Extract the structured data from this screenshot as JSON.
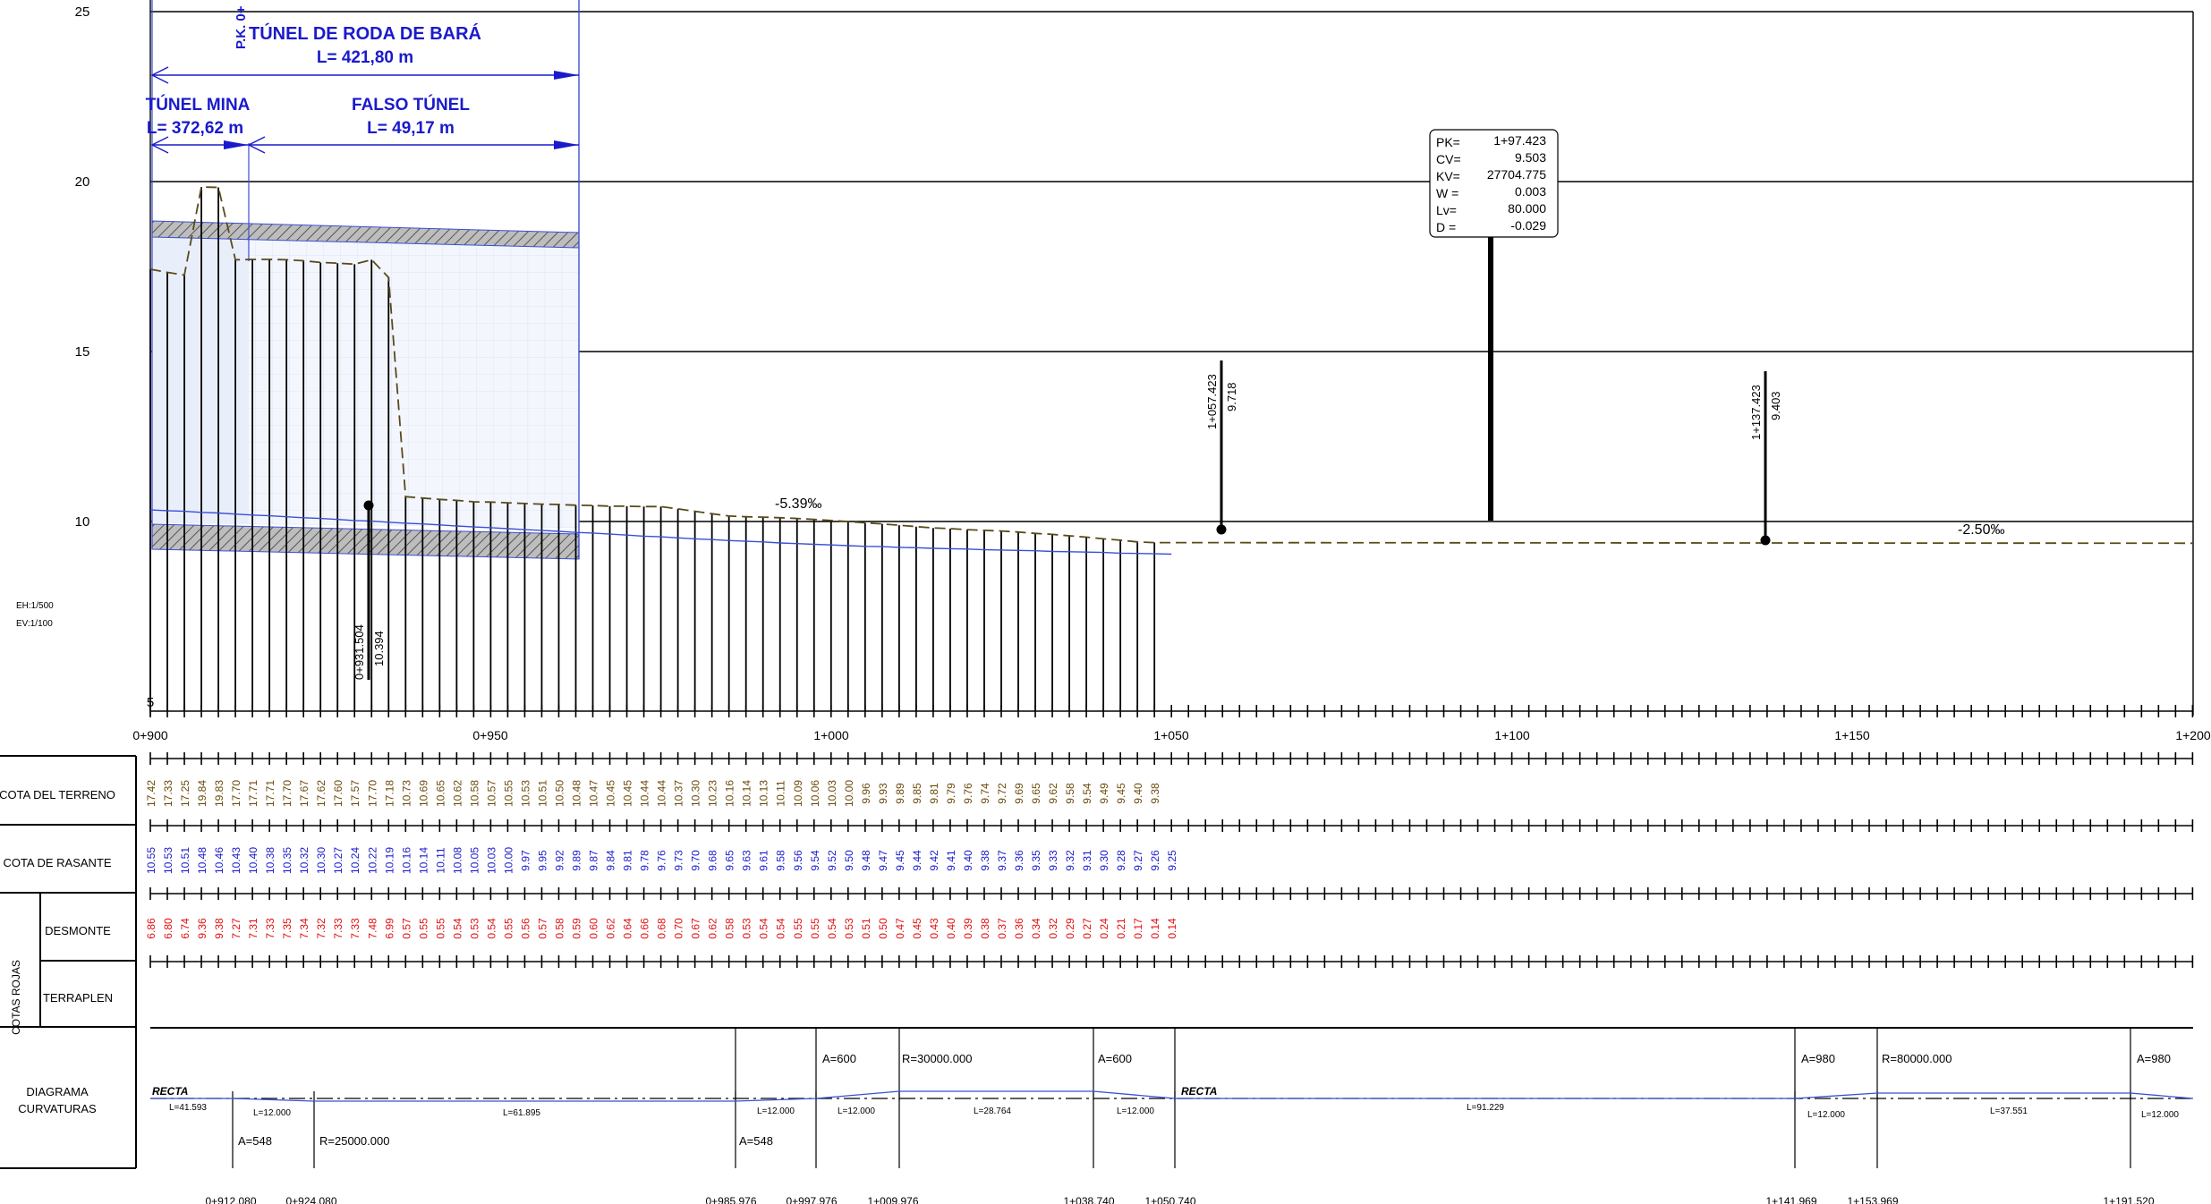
{
  "drawing": {
    "y_axis_ticks": [
      "25",
      "20",
      "15",
      "10",
      "5"
    ],
    "scale_h": "EH:1/500",
    "scale_v": "EV:1/100",
    "x_axis_ticks": [
      "0+900",
      "0+950",
      "1+000",
      "1+050",
      "1+100",
      "1+150",
      "1+200"
    ],
    "slope_1": "-5.39‰",
    "slope_2": "-2.50‰"
  },
  "tunnel": {
    "pk_label": "P.K. 0+",
    "total_title": "TÚNEL DE RODA DE BARÁ",
    "total_length": "L= 421,80 m",
    "mine_title": "TÚNEL MINA",
    "mine_length": "L= 372,62 m",
    "false_title": "FALSO TÚNEL",
    "false_length": "L= 49,17 m"
  },
  "vertical_curve": {
    "rows": [
      {
        "k": "PK=",
        "v": "1+97.423"
      },
      {
        "k": "CV=",
        "v": "9.503"
      },
      {
        "k": "KV=",
        "v": "27704.775"
      },
      {
        "k": "W =",
        "v": "0.003"
      },
      {
        "k": "Lv=",
        "v": "80.000"
      },
      {
        "k": "D =",
        "v": "-0.029"
      }
    ]
  },
  "markers": [
    {
      "pk": "0+931.504",
      "elev": "10.394"
    },
    {
      "pk": "1+057.423",
      "elev": "9.718"
    },
    {
      "pk": "1+137.423",
      "elev": "9.403"
    }
  ],
  "guitar": {
    "row_labels": {
      "terreno": "COTA DEL TERRENO",
      "rasante": "COTA DE RASANTE",
      "cotas_rojas": "COTAS ROJAS",
      "desmonte": "DESMONTE",
      "terraplen": "TERRAPLEN",
      "diagrama_1": "DIAGRAMA",
      "diagrama_2": "CURVATURAS"
    },
    "terreno": [
      "17.42",
      "17.33",
      "17.25",
      "19.84",
      "19.83",
      "17.70",
      "17.71",
      "17.71",
      "17.70",
      "17.67",
      "17.62",
      "17.60",
      "17.57",
      "17.70",
      "17.18",
      "10.73",
      "10.69",
      "10.65",
      "10.62",
      "10.58",
      "10.57",
      "10.55",
      "10.53",
      "10.51",
      "10.50",
      "10.48",
      "10.47",
      "10.45",
      "10.45",
      "10.44",
      "10.44",
      "10.37",
      "10.30",
      "10.23",
      "10.16",
      "10.14",
      "10.13",
      "10.11",
      "10.09",
      "10.06",
      "10.03",
      "10.00",
      "9.96",
      "9.93",
      "9.89",
      "9.85",
      "9.81",
      "9.79",
      "9.76",
      "9.74",
      "9.72",
      "9.69",
      "9.65",
      "9.62",
      "9.58",
      "9.54",
      "9.49",
      "9.45",
      "9.40",
      "9.38"
    ],
    "rasante": [
      "10.55",
      "10.53",
      "10.51",
      "10.48",
      "10.46",
      "10.43",
      "10.40",
      "10.38",
      "10.35",
      "10.32",
      "10.30",
      "10.27",
      "10.24",
      "10.22",
      "10.19",
      "10.16",
      "10.14",
      "10.11",
      "10.08",
      "10.05",
      "10.03",
      "10.00",
      "9.97",
      "9.95",
      "9.92",
      "9.89",
      "9.87",
      "9.84",
      "9.81",
      "9.78",
      "9.76",
      "9.73",
      "9.70",
      "9.68",
      "9.65",
      "9.63",
      "9.61",
      "9.58",
      "9.56",
      "9.54",
      "9.52",
      "9.50",
      "9.48",
      "9.47",
      "9.45",
      "9.44",
      "9.42",
      "9.41",
      "9.40",
      "9.38",
      "9.37",
      "9.36",
      "9.35",
      "9.33",
      "9.32",
      "9.31",
      "9.30",
      "9.28",
      "9.27",
      "9.26",
      "9.25"
    ],
    "desmonte": [
      "6.86",
      "6.80",
      "6.74",
      "9.36",
      "9.38",
      "7.27",
      "7.31",
      "7.33",
      "7.35",
      "7.34",
      "7.32",
      "7.33",
      "7.33",
      "7.48",
      "6.99",
      "0.57",
      "0.55",
      "0.55",
      "0.54",
      "0.53",
      "0.54",
      "0.55",
      "0.56",
      "0.57",
      "0.58",
      "0.59",
      "0.60",
      "0.62",
      "0.64",
      "0.66",
      "0.68",
      "0.70",
      "0.67",
      "0.62",
      "0.58",
      "0.53",
      "0.54",
      "0.54",
      "0.55",
      "0.55",
      "0.54",
      "0.53",
      "0.51",
      "0.50",
      "0.47",
      "0.45",
      "0.43",
      "0.40",
      "0.39",
      "0.38",
      "0.37",
      "0.36",
      "0.34",
      "0.32",
      "0.29",
      "0.27",
      "0.24",
      "0.21",
      "0.17",
      "0.14",
      "0.14"
    ],
    "curv_top": [
      {
        "t": "A=600"
      },
      {
        "t": "R=30000.000"
      },
      {
        "t": "A=600"
      },
      {
        "t": "A=980"
      },
      {
        "t": "R=80000.000"
      },
      {
        "t": "A=980"
      }
    ],
    "curv_bottom": [
      {
        "t": "A=548"
      },
      {
        "t": "R=25000.000"
      },
      {
        "t": "A=548"
      }
    ],
    "recta": [
      "RECTA",
      "RECTA"
    ],
    "lengths": [
      "L=41.593",
      "L=12.000",
      "L=61.895",
      "L=12.000",
      "L=12.000",
      "L=28.764",
      "L=12.000",
      "L=91.229",
      "L=12.000",
      "L=37.551",
      "L=12.000"
    ],
    "stations": [
      "0+912.080",
      "0+924.080",
      "0+985.976",
      "0+997.976",
      "1+009.976",
      "1+038.740",
      "1+050.740",
      "1+141.969",
      "1+153.969",
      "1+191.520"
    ]
  },
  "colors": {
    "line": "#000000",
    "blue_text": "#1a1acc",
    "red_text": "#e01010",
    "rasante_line": "#3a4fd6",
    "terrain_line": "#5a4a1a"
  }
}
